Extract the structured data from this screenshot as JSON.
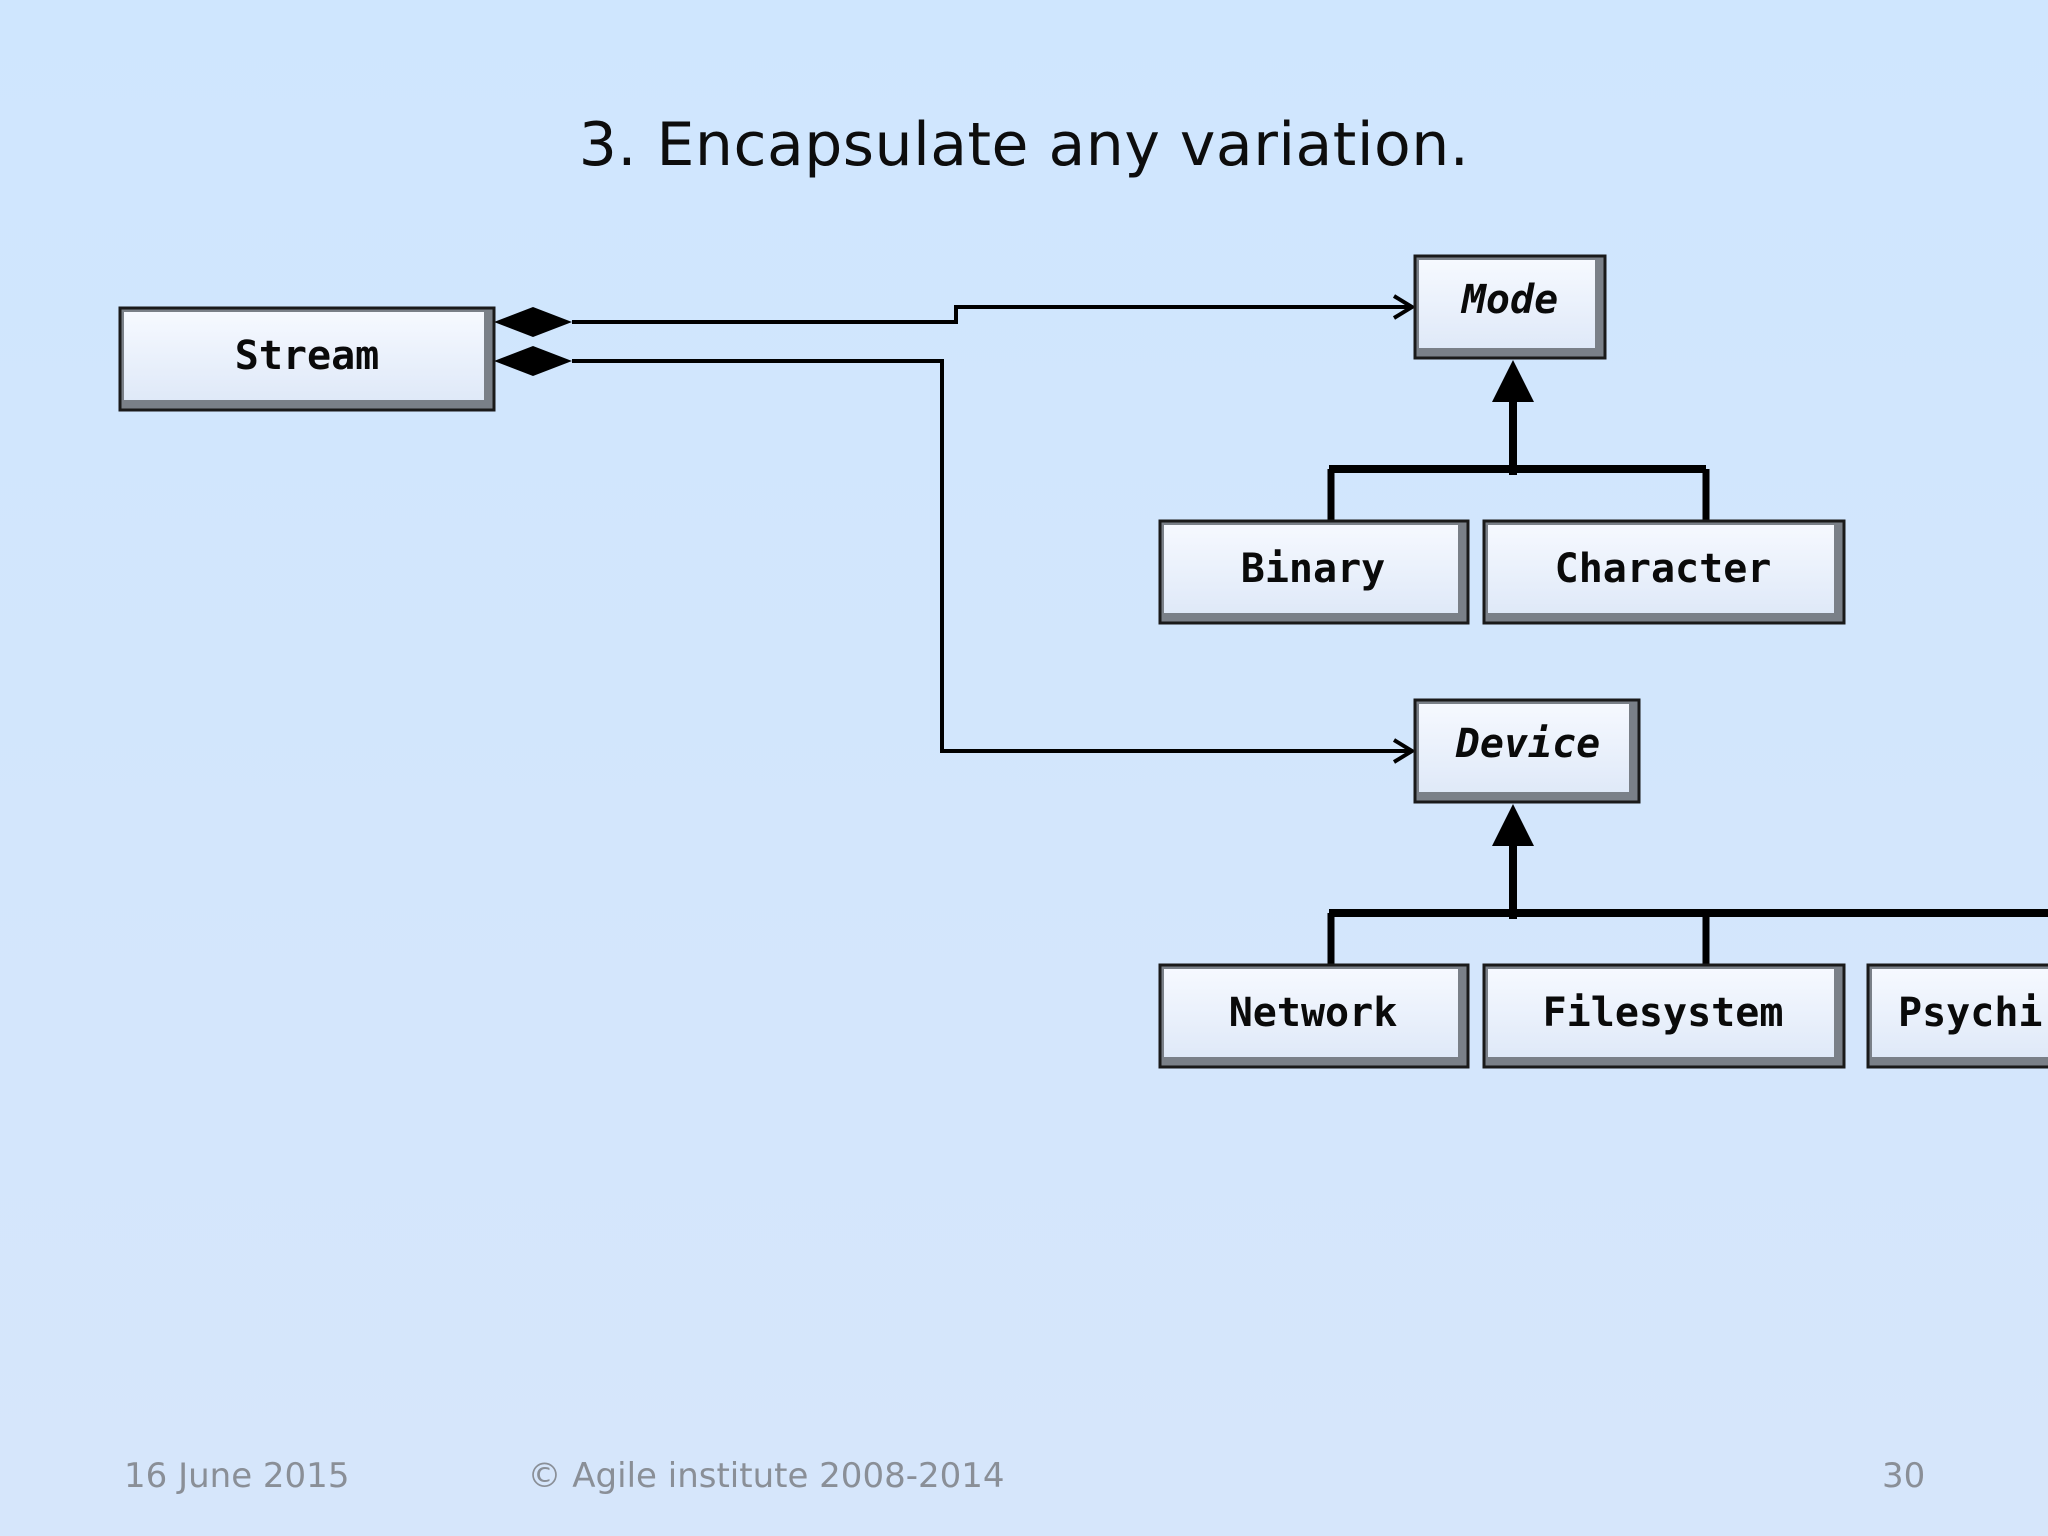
{
  "slide": {
    "title": "3. Encapsulate any variation."
  },
  "diagram": {
    "classes": {
      "stream": "Stream",
      "mode": "Mode",
      "binary": "Binary",
      "character": "Character",
      "device": "Device",
      "network": "Network",
      "filesystem": "Filesystem",
      "psychic": "Psychi"
    }
  },
  "footer": {
    "date": "16 June 2015",
    "copyright": "© Agile institute 2008-2014",
    "page_number": "30"
  },
  "colors": {
    "background": "#d2e6fd",
    "box_fill": "#e6eefb",
    "box_border": "#222222",
    "line": "#000000",
    "footer_text": "#8a8f97"
  }
}
